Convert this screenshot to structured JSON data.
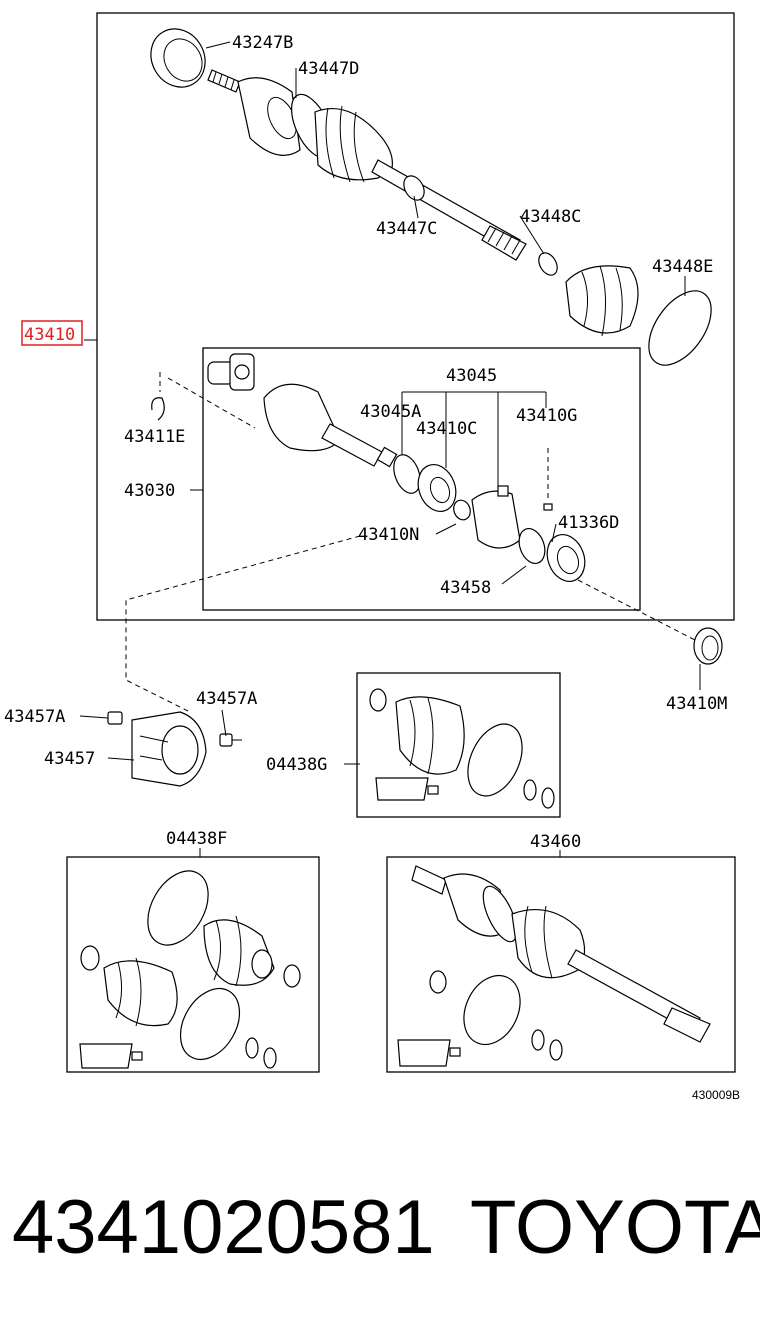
{
  "callouts": {
    "c43247B": "43247B",
    "c43447D": "43447D",
    "c43447C": "43447C",
    "c43448C": "43448C",
    "c43448E": "43448E",
    "c43410": "43410",
    "c43045": "43045",
    "c43045A": "43045A",
    "c43410C": "43410C",
    "c43410G": "43410G",
    "c43411E": "43411E",
    "c43030": "43030",
    "c43410N": "43410N",
    "c41336D": "41336D",
    "c43458": "43458",
    "c43410M": "43410M",
    "c43457A_left": "43457A",
    "c43457A_right": "43457A",
    "c43457": "43457",
    "c04438G": "04438G",
    "c04438F": "04438F",
    "c43460": "43460"
  },
  "figure_code": "430009B",
  "part_number": "4341020581",
  "brand": "TOYOTA",
  "colors": {
    "highlight": "#e02020",
    "ink": "#000000",
    "background": "#ffffff"
  }
}
